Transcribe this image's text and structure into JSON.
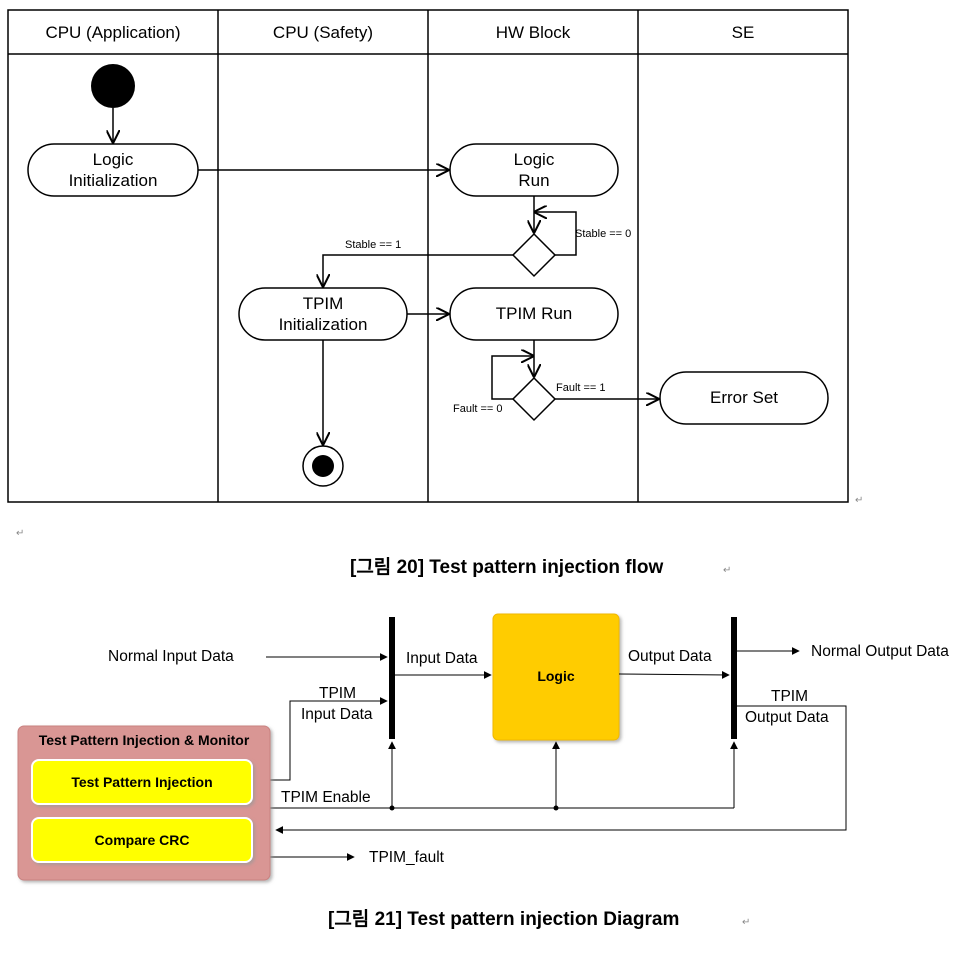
{
  "flow": {
    "lanes": [
      "CPU (Application)",
      "CPU (Safety)",
      "HW Block",
      "SE"
    ],
    "nodes": {
      "logic_init": [
        "Logic",
        "Initialization"
      ],
      "logic_run": [
        "Logic",
        "Run"
      ],
      "tpim_init": [
        "TPIM",
        "Initialization"
      ],
      "tpim_run": "TPIM Run",
      "error_set": "Error Set"
    },
    "guards": {
      "stable_zero": "Stable == 0",
      "stable_one": "Stable == 1",
      "fault_one": "Fault == 1",
      "fault_zero": "Fault == 0"
    },
    "caption": "[그림 20] Test pattern injection flow"
  },
  "diagram": {
    "normal_input": "Normal Input Data",
    "input_data": "Input Data",
    "logic": "Logic",
    "output_data": "Output Data",
    "normal_output": "Normal Output Data",
    "tpim_input": [
      "TPIM",
      "Input Data"
    ],
    "tpim_output": [
      "TPIM",
      "Output Data"
    ],
    "tpim_enable": "TPIM Enable",
    "tpim_fault": "TPIM_fault",
    "monitor_title": "Test Pattern Injection & Monitor",
    "test_pattern_injection": "Test Pattern Injection",
    "compare_crc": "Compare CRC",
    "caption": "[그림 21] Test pattern injection Diagram",
    "colors": {
      "logic_fill": "#FFCC00",
      "monitor_fill": "#D99694",
      "inner_fill": "#FFFF00"
    }
  },
  "paragraph_mark": "↵"
}
